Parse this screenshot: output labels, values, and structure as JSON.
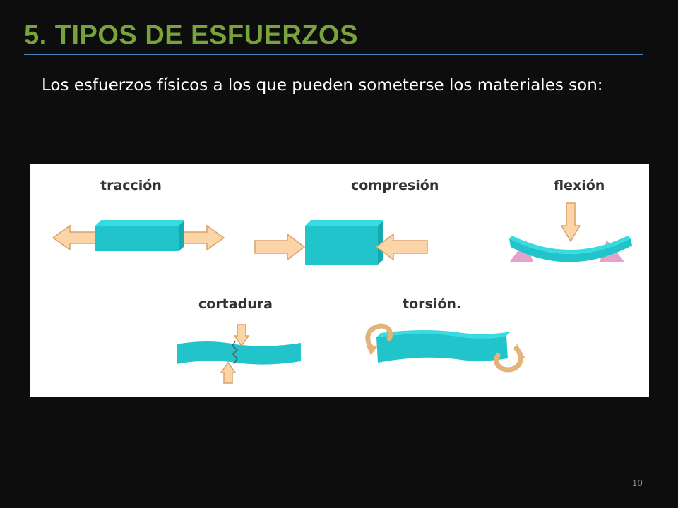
{
  "slide": {
    "title": "5. TIPOS DE ESFUERZOS",
    "intro": "Los esfuerzos físicos a los que pueden someterse los materiales son:",
    "page_number": "10"
  },
  "figure": {
    "labels": {
      "traccion": "tracción",
      "compresion": "compresión",
      "flexion": "flexión",
      "cortadura": "cortadura",
      "torsion": "torsión."
    }
  },
  "colors": {
    "title": "#78a33c",
    "rule": "#4f81bd",
    "beam": "#22c4cc",
    "beam_top": "#37dbe0",
    "arrow_fill": "#fbd5a8",
    "arrow_stroke": "#d9a26a",
    "support": "#e4a3c8"
  }
}
